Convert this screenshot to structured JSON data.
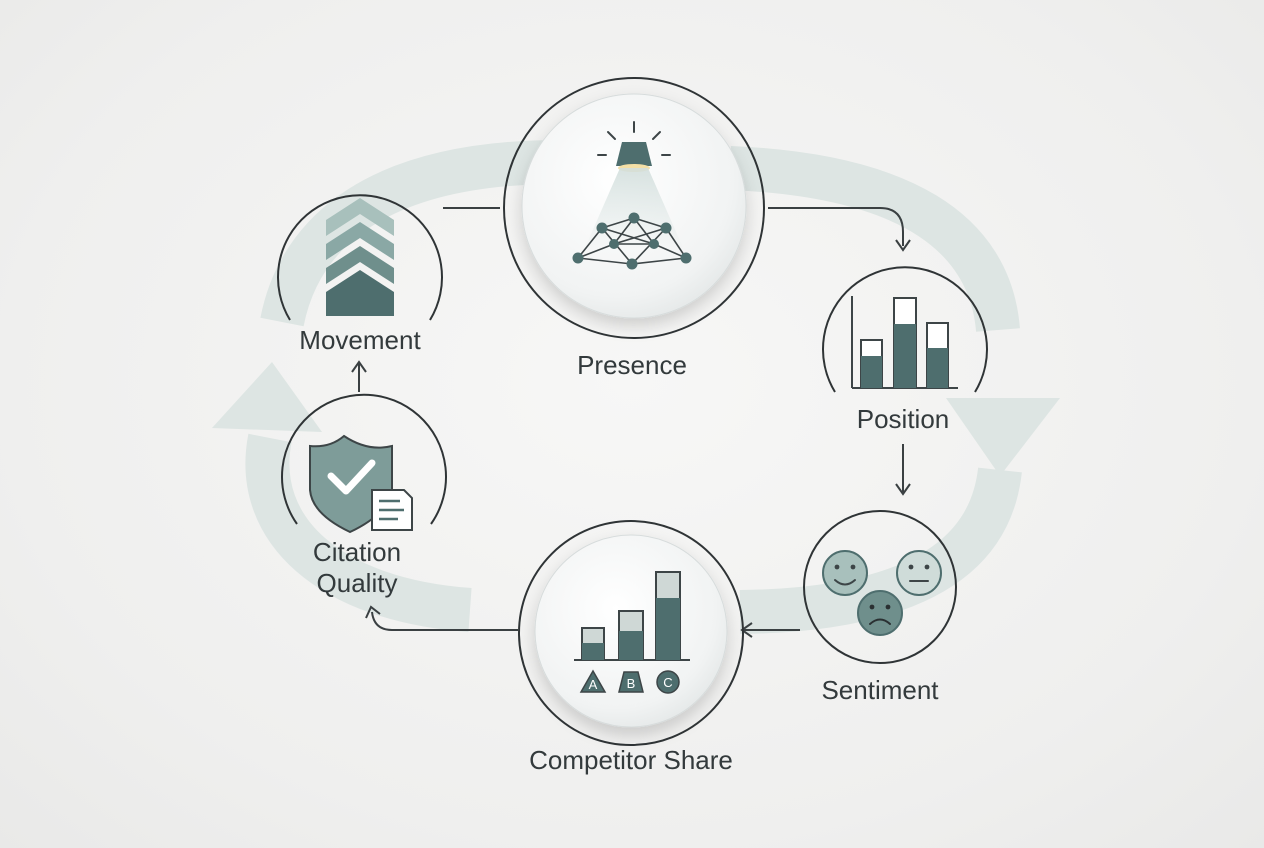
{
  "diagram": {
    "nodes": [
      {
        "id": "presence",
        "label": "Presence",
        "icon": "spotlight-network-icon"
      },
      {
        "id": "position",
        "label": "Position",
        "icon": "bar-chart-icon"
      },
      {
        "id": "sentiment",
        "label": "Sentiment",
        "icon": "faces-icon"
      },
      {
        "id": "competitor",
        "label": "Competitor Share",
        "icon": "competitor-bars-icon"
      },
      {
        "id": "citation",
        "label_line1": "Citation",
        "label_line2": "Quality",
        "icon": "shield-document-icon"
      },
      {
        "id": "movement",
        "label": "Movement",
        "icon": "chevrons-up-icon"
      }
    ],
    "badges": [
      "A",
      "B",
      "C"
    ],
    "flow": "clockwise"
  },
  "colors": {
    "teal_dark": "#4e6e6e",
    "teal_mid": "#8aa8a5",
    "teal_light": "#d9e2e0",
    "ring_stroke": "#2f3436",
    "cycle_arrow": "#dde5e3",
    "highlight": "#f3dfa6"
  }
}
